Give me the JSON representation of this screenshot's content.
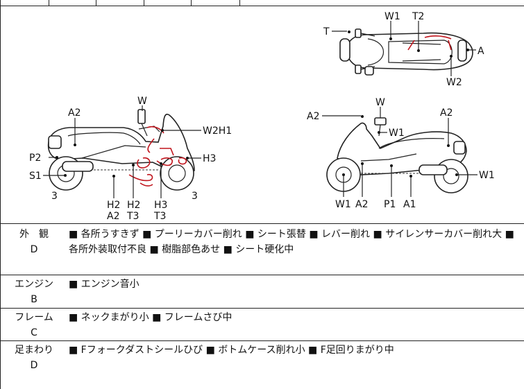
{
  "diagram": {
    "top_view_labels": [
      "T",
      "W1",
      "T2",
      "A",
      "W2"
    ],
    "left_view_labels": [
      "W",
      "A2",
      "W2H1",
      "P2",
      "H3",
      "S1",
      "3",
      "3",
      "H2",
      "A2",
      "H2",
      "T3",
      "H3",
      "T3"
    ],
    "right_view_labels": [
      "W",
      "A2",
      "A2",
      "W1",
      "W1",
      "W1",
      "A2",
      "P1",
      "A1"
    ]
  },
  "rows": [
    {
      "category": "外　観",
      "grade": "D",
      "description": "■ 各所うすきず ■ プーリーカバー削れ ■ シート張替 ■ レバー削れ ■ サイレンサーカバー削れ大 ■ 各所外装取付不良 ■ 樹脂部色あせ ■ シート硬化中"
    },
    {
      "category": "エンジン",
      "grade": "B",
      "description": "■ エンジン音小"
    },
    {
      "category": "フレーム",
      "grade": "C",
      "description": "■ ネックまがり小 ■ フレームさび中"
    },
    {
      "category": "足まわり",
      "grade": "D",
      "description": "■ Fフォークダストシールひび ■ ボトムケース削れ小 ■ F足回りまがり中"
    }
  ]
}
